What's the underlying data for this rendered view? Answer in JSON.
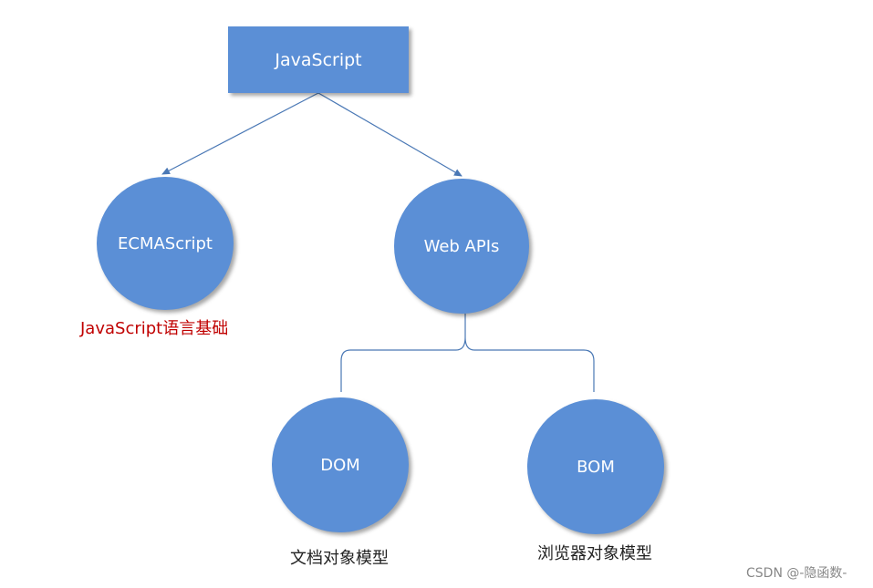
{
  "diagram": {
    "root": {
      "label": "JavaScript"
    },
    "ecmascript": {
      "label": "ECMAScript",
      "caption": "JavaScript语言基础",
      "caption_color": "#c00000"
    },
    "webapis": {
      "label": "Web APIs"
    },
    "dom": {
      "label": "DOM",
      "caption": "文档对象模型"
    },
    "bom": {
      "label": "BOM",
      "caption": "浏览器对象模型"
    },
    "node_color": "#5b8fd6",
    "edge_color": "#4a78b5"
  },
  "watermark": "CSDN @-隐函数-"
}
